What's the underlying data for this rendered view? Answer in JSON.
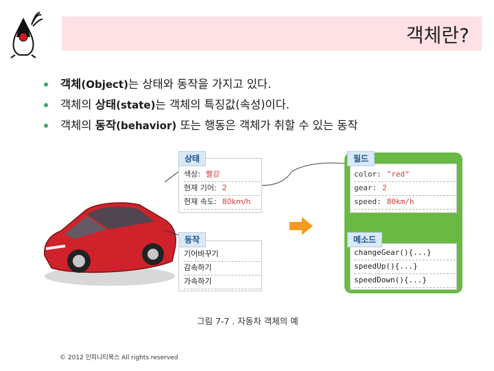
{
  "slide": {
    "title": "객체란?",
    "bullets": [
      {
        "b1": "객체",
        "en1": "(Object)",
        "t1": "는 상태와 동작을 가지고 있다."
      },
      {
        "t0": "객체의 ",
        "b1": "상태",
        "en1": "(state)",
        "t1": "는 객체의 특징값(속성)이다."
      },
      {
        "t0": "객체의 ",
        "b1": "동작",
        "en1": "(behavior)",
        "t1": " 또는 행동은 객체가 취할 수 있는 동작"
      }
    ],
    "caption": "그림 7-7 . 자동차 객체의 예",
    "footer": "© 2012 인피니티북스  All rights reserved"
  },
  "figure": {
    "state_label": "상태",
    "state_rows": [
      {
        "k": "색상:",
        "v": "빨강"
      },
      {
        "k": "현재 기어:",
        "v": "2"
      },
      {
        "k": "현재 속도:",
        "v": "80km/h"
      }
    ],
    "behavior_label": "동작",
    "behavior_rows": [
      "기어바꾸기",
      "감속하기",
      "가속하기"
    ],
    "field_label": "필드",
    "field_rows": [
      {
        "k": "color:",
        "v": "\"red\""
      },
      {
        "k": "gear:",
        "v": "2"
      },
      {
        "k": "speed:",
        "v": "80km/h"
      }
    ],
    "method_label": "메소드",
    "method_rows": [
      "changeGear(){...}",
      "speedUp(){...}",
      "speedDown(){...}"
    ],
    "colors": {
      "car": "#d0222b",
      "arrow": "#f29b1f",
      "frame": "#69b944"
    }
  }
}
